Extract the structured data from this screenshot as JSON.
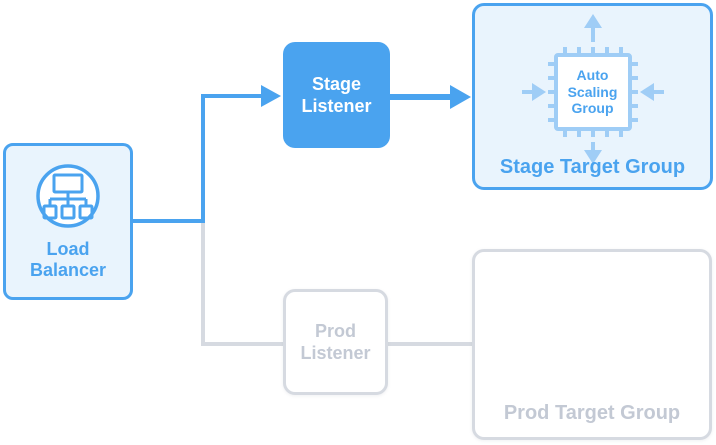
{
  "colors": {
    "accent_blue": "#4aa3ef",
    "light_blue_fill": "#e9f4fd",
    "chip_light_blue": "#9fcdf6",
    "inactive_gray_border": "#d6dae1",
    "inactive_gray_text": "#c3c9d4",
    "active_listener_text": "#ffffff"
  },
  "nodes": {
    "load_balancer": {
      "label": "Load Balancer",
      "state": "active"
    },
    "stage_listener": {
      "label": "Stage Listener",
      "state": "active"
    },
    "prod_listener": {
      "label": "Prod Listener",
      "state": "inactive"
    },
    "stage_target_group": {
      "label": "Stage Target Group",
      "asg_label": "Auto Scaling Group",
      "state": "active"
    },
    "prod_target_group": {
      "label": "Prod Target Group",
      "state": "inactive"
    }
  },
  "edges": [
    {
      "from": "load_balancer",
      "to": "stage_listener",
      "style": "active-blue",
      "arrowhead": true
    },
    {
      "from": "stage_listener",
      "to": "stage_target_group",
      "style": "active-blue",
      "arrowhead": true
    },
    {
      "from": "load_balancer",
      "to": "prod_listener",
      "style": "inactive-gray",
      "arrowhead": false
    },
    {
      "from": "prod_listener",
      "to": "prod_target_group",
      "style": "inactive-gray",
      "arrowhead": false
    }
  ]
}
